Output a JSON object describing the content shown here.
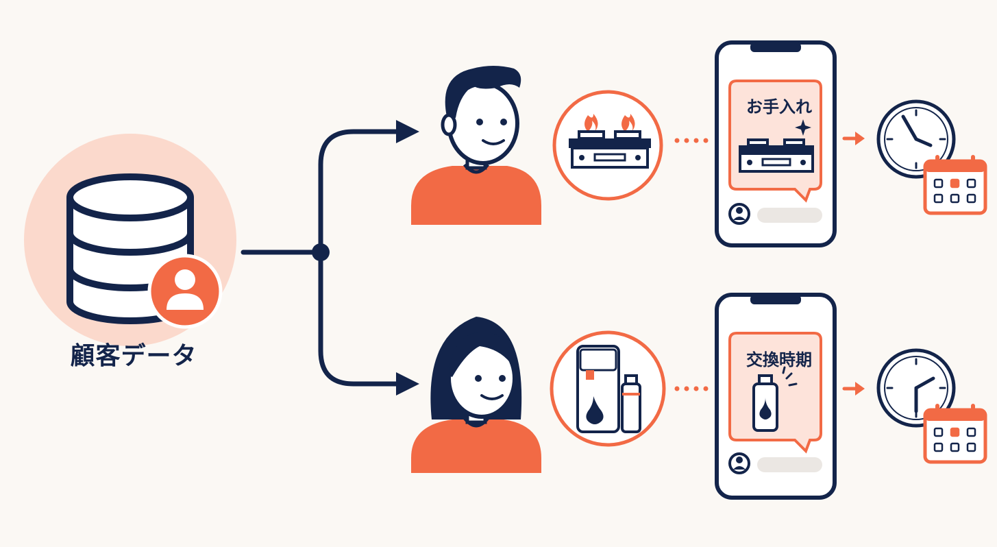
{
  "database": {
    "label": "顧客データ",
    "icon": "database-user-icon"
  },
  "branches": [
    {
      "person": "man-avatar",
      "product_icon": "gas-stove-icon",
      "notification_title": "お手入れ",
      "notification_icon": "gas-stove-sparkle-icon",
      "schedule_icon": "clock-calendar-icon"
    },
    {
      "person": "woman-avatar",
      "product_icon": "water-purifier-icon",
      "notification_title": "交換時期",
      "notification_icon": "filter-cartridge-icon",
      "schedule_icon": "clock-calendar-icon"
    }
  ],
  "colors": {
    "navy": "#13244a",
    "accent": "#f26a45",
    "accent_light": "#fde3da",
    "background": "#fbf8f4"
  }
}
